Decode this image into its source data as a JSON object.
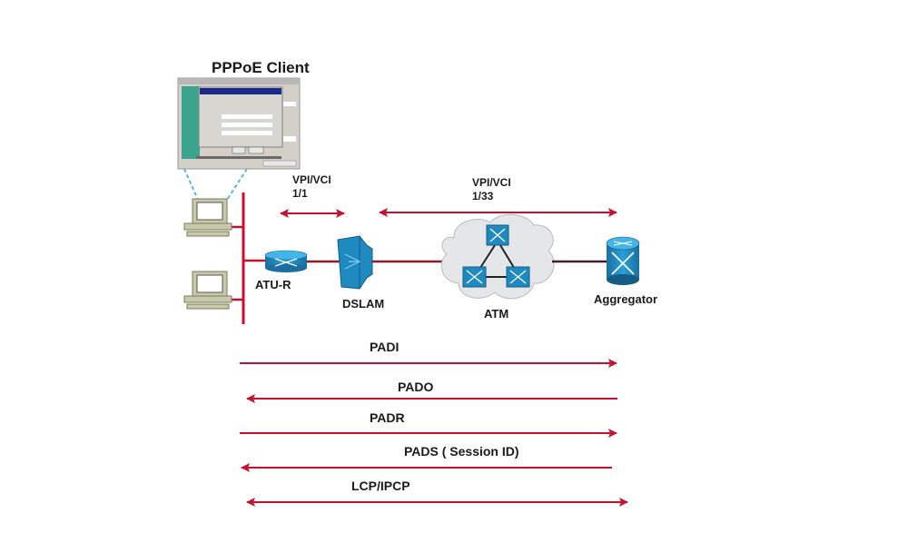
{
  "title": "PPPoE Client",
  "colors": {
    "link": "#c8102e",
    "wire": "#8b1a2b",
    "device": "#1f8ac0",
    "cloud": "#e4e6e8",
    "pc": "#c8c9a8"
  },
  "nodes": {
    "client_dialog_title": "PPPoE Client",
    "atu_r": "ATU-R",
    "dslam": "DSLAM",
    "atm": "ATM",
    "aggregator": "Aggregator"
  },
  "vc_labels": [
    {
      "name": "VPI/VCI",
      "value": "1/1"
    },
    {
      "name": "VPI/VCI",
      "value": "1/33"
    }
  ],
  "messages": [
    {
      "label": "PADI",
      "direction": "right"
    },
    {
      "label": "PADO",
      "direction": "left"
    },
    {
      "label": "PADR",
      "direction": "right"
    },
    {
      "label": "PADS ( Session ID)",
      "direction": "left"
    },
    {
      "label": "LCP/IPCP",
      "direction": "both"
    }
  ]
}
